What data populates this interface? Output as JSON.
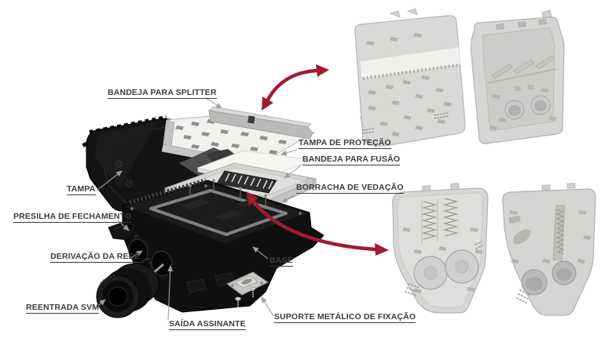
{
  "page": {
    "background": "#ffffff"
  },
  "labels": {
    "bandeja_splitter": "BANDEJA PARA SPLITTER",
    "tampa_protecao": "TAMPA DE PROTEÇÃO",
    "bandeja_fusao": "BANDEJA PARA FUSÃO",
    "borracha_vedacao": "BORRACHA DE VEDAÇÃO",
    "tampa": "TAMPA",
    "presilha_fechamento": "PRESILHA DE FECHAMENTO",
    "derivacao_rede": "DERIVAÇÃO DA REDE",
    "reentrada_svm": "REENTRADA SVM",
    "base": "BASE",
    "saida_assinante": "SAÍDA ASSINANTE",
    "suporte_metalico": "SUPORTE METÁLICO DE FIXAÇÃO"
  },
  "colors": {
    "label_text": "#3c3c3d",
    "leader_line": "#a2a2a2",
    "detail_arrow": "#a01c33",
    "part_dark": "#131313",
    "part_gray": "#d7d9d6",
    "part_white": "#f4f4f1",
    "gasket": "#7f8184"
  },
  "icons": {
    "detail_arrow_top": "curved-double-headed-arrow",
    "detail_arrow_bottom": "curved-double-headed-arrow",
    "leader_pointer": "small-triangle-arrowhead"
  }
}
